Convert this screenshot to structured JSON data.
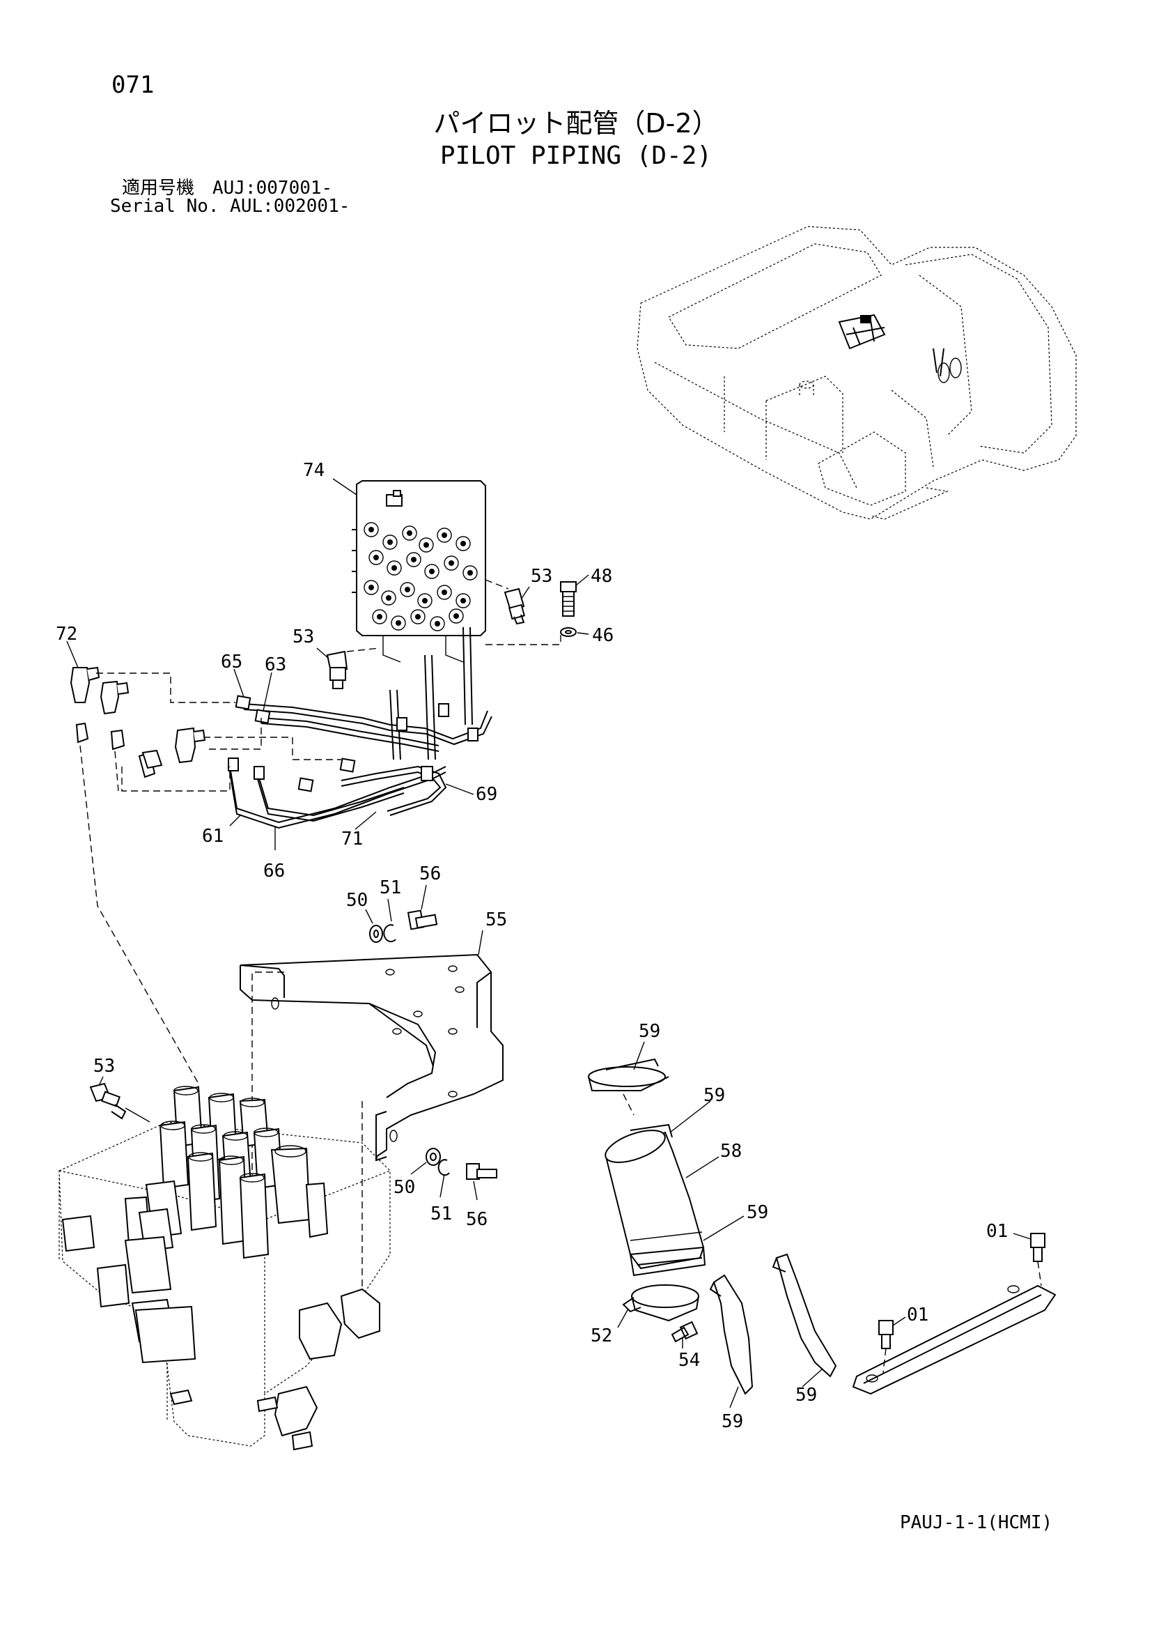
{
  "page_number": "071",
  "title_jp": "パイロット配管（D-2）",
  "title_en": "PILOT PIPING (D-2)",
  "serial_jp": "適用号機　AUJ:007001-",
  "serial_en": "Serial No. AUL:002001-",
  "footer_code": "PAUJ-1-1(HCMI)",
  "callouts": {
    "c74": "74",
    "c53a": "53",
    "c48": "48",
    "c46": "46",
    "c72": "72",
    "c65": "65",
    "c63": "63",
    "c53b": "53",
    "c69": "69",
    "c61": "61",
    "c71": "71",
    "c66": "66",
    "c50a": "50",
    "c51a": "51",
    "c56a": "56",
    "c55": "55",
    "c53c": "53",
    "c50b": "50",
    "c51b": "51",
    "c56b": "56",
    "c59a": "59",
    "c59b": "59",
    "c58": "58",
    "c59c": "59",
    "c52": "52",
    "c54": "54",
    "c59d": "59",
    "c59e": "59",
    "c01a": "01",
    "c01b": "01"
  }
}
